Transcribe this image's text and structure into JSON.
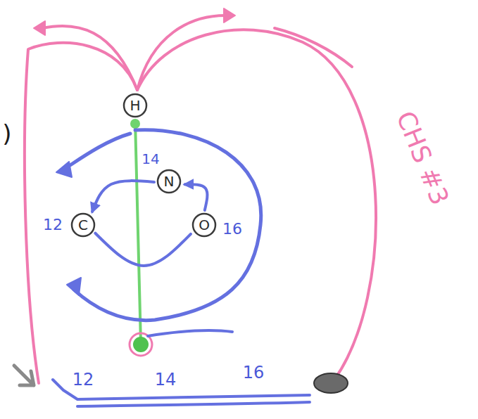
{
  "diagram": {
    "nodes": [
      {
        "text": [
          "H"
        ]
      },
      {
        "text": [
          "N"
        ]
      },
      {
        "text": [
          "C"
        ]
      },
      {
        "text": [
          "O"
        ]
      }
    ],
    "edges": [
      {
        "from": 3,
        "to": 1,
        "arrow": "to"
      },
      {
        "from": 1,
        "to": 2,
        "arrow": "to"
      },
      {
        "from": 2,
        "to": 3,
        "arrow": "none"
      }
    ],
    "labels": [
      ")",
      "14",
      "12",
      "16",
      "12",
      "14",
      "16",
      "CHS #3"
    ]
  }
}
